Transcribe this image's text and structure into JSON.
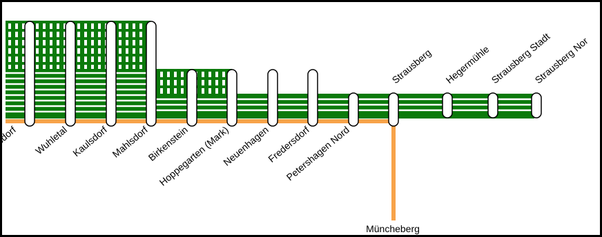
{
  "colors": {
    "track": "#0b7a0b",
    "branch": "#f8a34a",
    "station_fill": "#ffffff",
    "station_stroke": "#000000",
    "frame": "#000000"
  },
  "stations": [
    {
      "id": "dorf",
      "label": "sdorf"
    },
    {
      "id": "wuhletal",
      "label": "Wuhletal"
    },
    {
      "id": "kaulsdorf",
      "label": "Kaulsdorf"
    },
    {
      "id": "mahlsdorf",
      "label": "Mahlsdorf"
    },
    {
      "id": "birkenstein",
      "label": "Birkenstein"
    },
    {
      "id": "hoppegarten",
      "label": "Hoppegarten (Mark)"
    },
    {
      "id": "neuenhagen",
      "label": "Neuenhagen"
    },
    {
      "id": "fredersdorf",
      "label": "Fredersdorf"
    },
    {
      "id": "petershagen",
      "label": "Petershagen Nord"
    },
    {
      "id": "strausberg",
      "label": "Strausberg"
    },
    {
      "id": "hegermuehle",
      "label": "Hegermühle"
    },
    {
      "id": "strausberg-stadt",
      "label": "Strausberg Stadt"
    },
    {
      "id": "strausberg-nord",
      "label": "Strausberg Nor"
    }
  ],
  "branch_terminus": {
    "id": "muencheberg",
    "label": "Müncheberg"
  }
}
